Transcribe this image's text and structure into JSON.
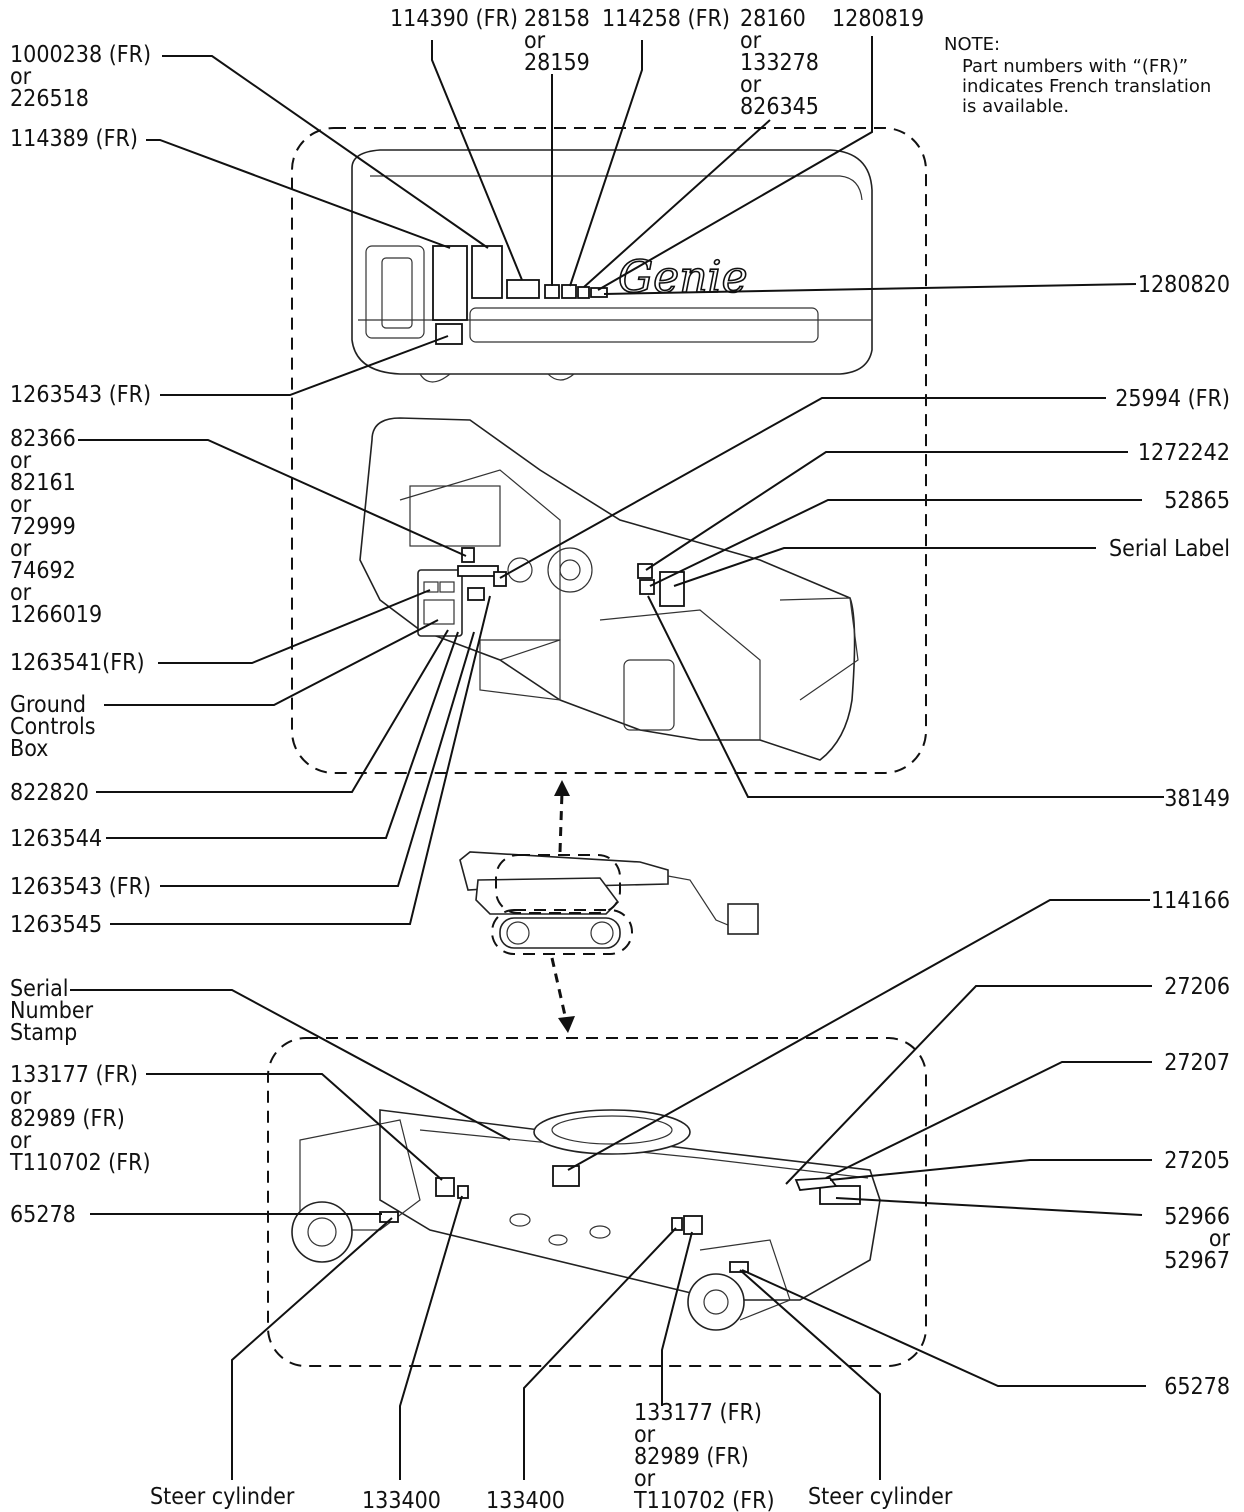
{
  "note": {
    "heading": "NOTE:",
    "lines": [
      "Part numbers with “(FR)”",
      "indicates French translation",
      "is available."
    ]
  },
  "brand_logo": "Genie",
  "labels": {
    "top": {
      "p114390": [
        "114390 (FR)"
      ],
      "p28158": [
        "28158",
        "or",
        "28159"
      ],
      "p114258": [
        "114258 (FR)"
      ],
      "p28160": [
        "28160",
        "or",
        "133278",
        "or",
        "826345"
      ],
      "p1280819": [
        "1280819"
      ]
    },
    "left": {
      "p1000238": [
        "1000238 (FR)",
        "or",
        "226518"
      ],
      "p114389": [
        "114389 (FR)"
      ],
      "p1263543a": [
        "1263543 (FR)"
      ],
      "p82366": [
        "82366",
        "or",
        "82161",
        "or",
        "72999",
        "or",
        "74692",
        "or",
        "1266019"
      ],
      "p1263541": [
        "1263541(FR)"
      ],
      "ground_controls": [
        "Ground",
        "Controls",
        "Box"
      ],
      "p822820": [
        "822820"
      ],
      "p1263544": [
        "1263544"
      ],
      "p1263543b": [
        "1263543 (FR)"
      ],
      "p1263545": [
        "1263545"
      ],
      "serial_stamp": [
        "Serial",
        "Number",
        "Stamp"
      ],
      "p133177a": [
        "133177 (FR)",
        "or",
        "82989 (FR)",
        "or",
        "T110702 (FR)"
      ],
      "p65278a": [
        "65278"
      ]
    },
    "right": {
      "p1280820": [
        "1280820"
      ],
      "p25994": [
        "25994 (FR)"
      ],
      "p1272242": [
        "1272242"
      ],
      "p52865": [
        "52865"
      ],
      "serial_label": [
        "Serial Label"
      ],
      "p38149": [
        "38149"
      ],
      "p114166": [
        "114166"
      ],
      "p27206": [
        "27206"
      ],
      "p27207": [
        "27207"
      ],
      "p27205": [
        "27205"
      ],
      "p52966": [
        "52966",
        "or",
        "52967"
      ],
      "p65278b": [
        "65278"
      ]
    },
    "bottom": {
      "steer_left": [
        "Steer cylinder"
      ],
      "p133400a": [
        "133400"
      ],
      "p133400b": [
        "133400"
      ],
      "p133177b": [
        "133177 (FR)",
        "or",
        "82989 (FR)",
        "or",
        "T110702 (FR)"
      ],
      "steer_right": [
        "Steer cylinder"
      ]
    }
  }
}
